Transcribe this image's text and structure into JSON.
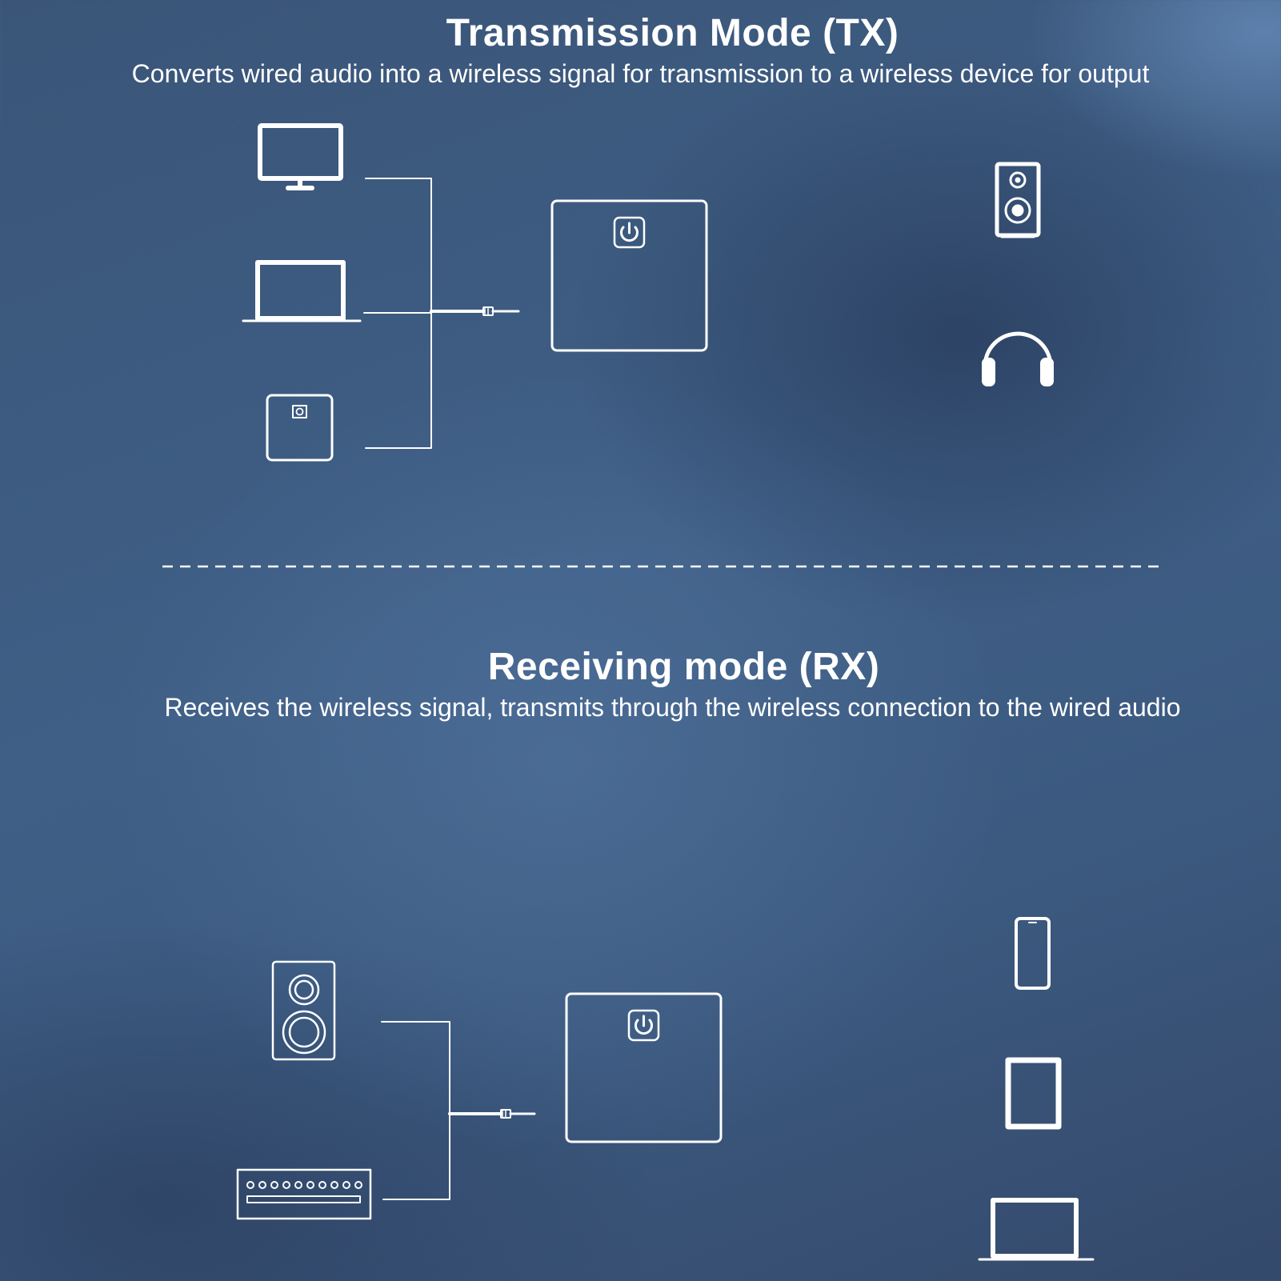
{
  "tx": {
    "title": "Transmission Mode (TX)",
    "subtitle": "Converts wired audio into a wireless signal for transmission to a wireless device for output",
    "inputs": [
      "monitor-icon",
      "laptop-icon",
      "tv-box-icon"
    ],
    "device": "adapter-power-icon",
    "outputs": [
      "speaker-icon",
      "headphones-icon"
    ]
  },
  "rx": {
    "title": "Receiving mode (RX)",
    "subtitle": "Receives the wireless signal, transmits through the wireless connection to the wired audio",
    "outputs": [
      "speaker-icon",
      "amplifier-icon"
    ],
    "device": "adapter-power-icon",
    "inputs": [
      "phone-icon",
      "tablet-icon",
      "laptop-icon"
    ]
  },
  "colors": {
    "line": "#ffffff",
    "background": "#3f5f86"
  }
}
